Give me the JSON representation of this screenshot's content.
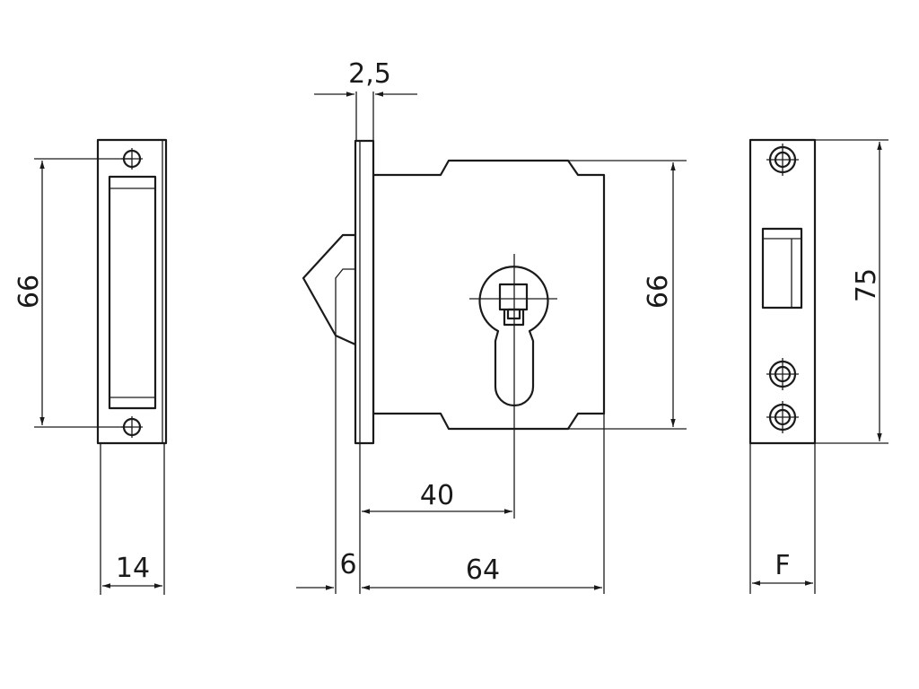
{
  "dimensions": {
    "strike_height": "66",
    "strike_width": "14",
    "faceplate_thickness": "2,5",
    "backset": "40",
    "latch_projection": "6",
    "case_depth": "64",
    "case_height": "66",
    "faceplate_height": "75",
    "faceplate_width": "F"
  }
}
